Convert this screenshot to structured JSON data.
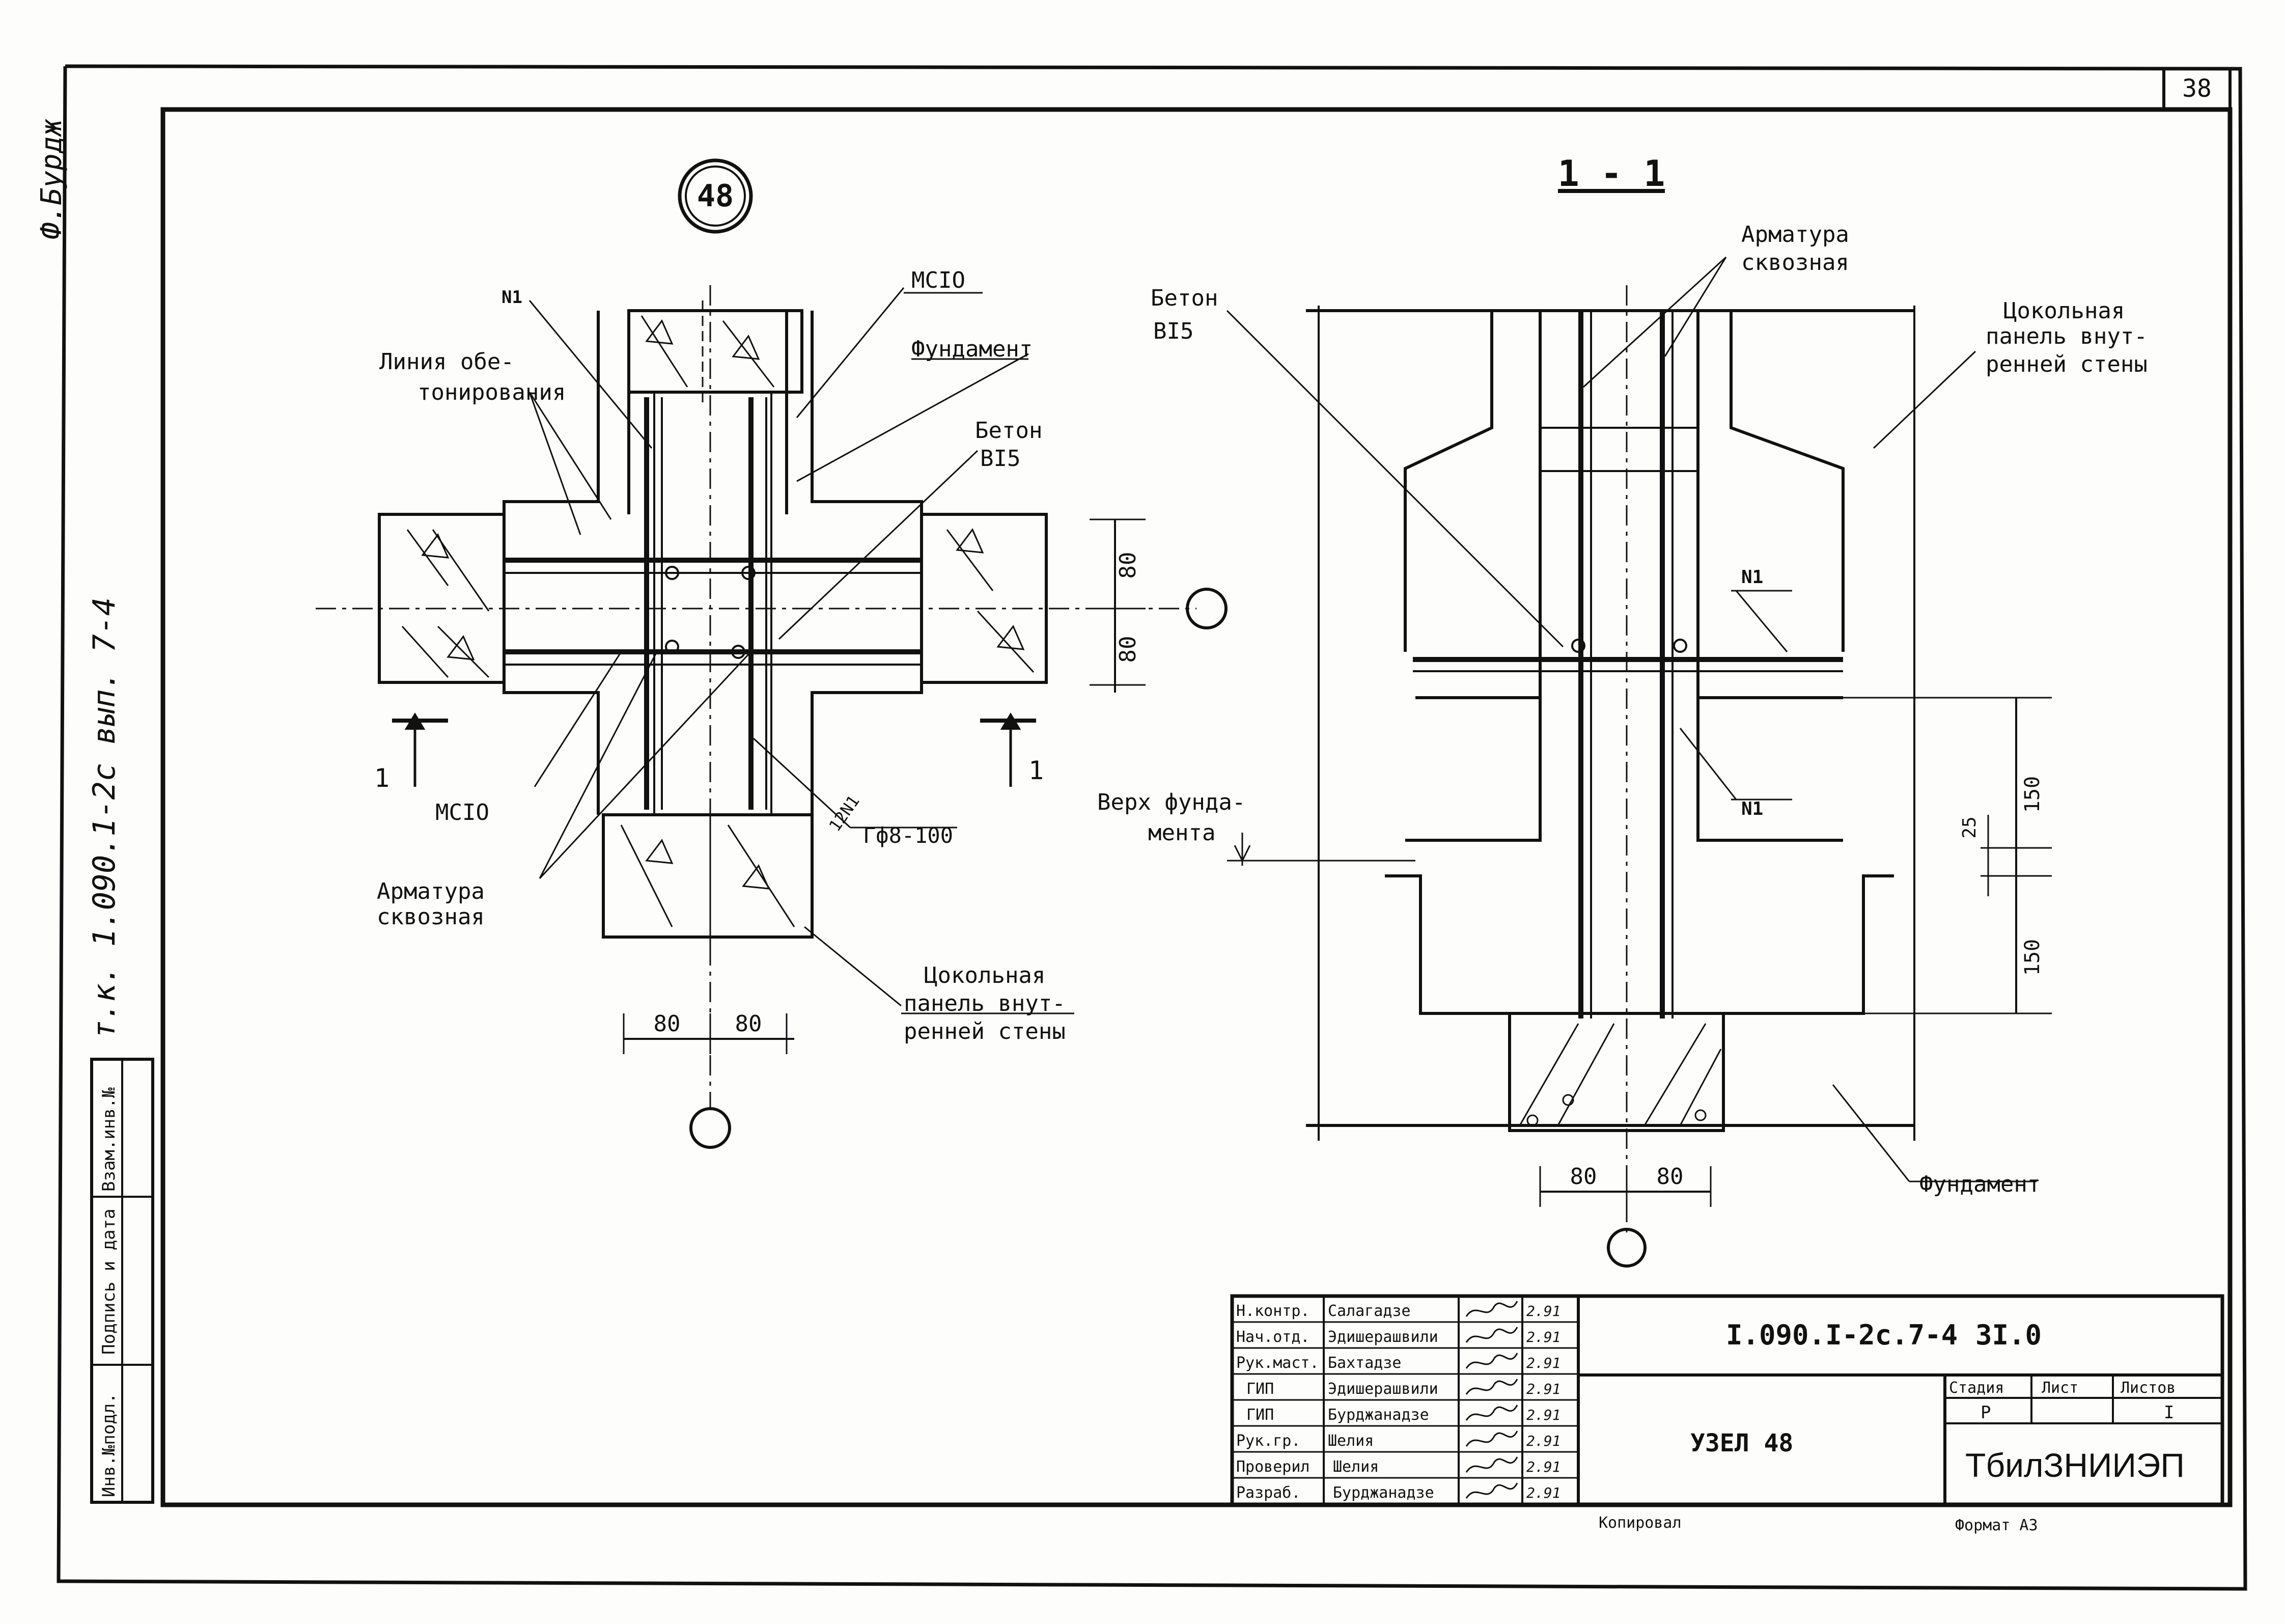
{
  "sheet": {
    "number": "38",
    "side_reference": "т.к. 1.090.1-2с вып. 7-4",
    "side_signature": "Ф.Бурдж"
  },
  "left_view": {
    "node_marker": "48",
    "labels": {
      "n1": "N1",
      "mcio_top": "МСIО",
      "fundament": "Фундамент",
      "line_obeton_1": "Линия обе-",
      "line_obeton_2": "тонирования",
      "beton_1": "Бетон",
      "beton_2": "BI5",
      "mcio_bottom": "МСIО",
      "armatura_1": "Арматура",
      "armatura_2": "сквозная",
      "rebar_spec_1": "12N1",
      "rebar_spec_2": "Гф8-100",
      "panel_1": "Цокольная",
      "panel_2": "панель внут-",
      "panel_3": "ренней стены",
      "section_mark_left": "1",
      "section_mark_right": "1",
      "dim_h1": "80",
      "dim_h2": "80",
      "dim_v1": "80",
      "dim_v2": "80"
    }
  },
  "right_view": {
    "title": "1 - 1",
    "labels": {
      "armatura_1": "Арматура",
      "armatura_2": "сквозная",
      "beton_1": "Бетон",
      "beton_2": "BI5",
      "panel_1": "Цокольная",
      "panel_2": "панель внут-",
      "panel_3": "ренней стены",
      "n1_top": "N1",
      "n1_bottom": "N1",
      "verh_1": "Верх фунда-",
      "verh_2": "мента",
      "fundament": "Фундамент",
      "dim_150_top": "150",
      "dim_25": "25",
      "dim_150_bottom": "150",
      "dim_h1": "80",
      "dim_h2": "80"
    }
  },
  "side_stamp": {
    "col1": "Инв.№подл.",
    "col2": "Подпись и дата",
    "col3": "Взам.инв.№"
  },
  "title_block": {
    "rows": [
      {
        "role": "Н.контр.",
        "name": "Салагадзе",
        "date": "2.91"
      },
      {
        "role": "Нач.отд.",
        "name": "Эдишерашвили",
        "date": "2.91"
      },
      {
        "role": "Рук.маст.",
        "name": "Бахтадзе",
        "date": "2.91"
      },
      {
        "role": "ГИП",
        "name": "Эдишерашвили",
        "date": "2.91"
      },
      {
        "role": "ГИП",
        "name": "Бурджанадзе",
        "date": "2.91"
      },
      {
        "role": "Рук.гр.",
        "name": "Шелия",
        "date": "2.91"
      },
      {
        "role": "Проверил",
        "name": "Шелия",
        "date": "2.91"
      },
      {
        "role": "Разраб.",
        "name": "Бурджанадзе",
        "date": "2.91"
      }
    ],
    "doc_code": "I.090.I-2с.7-4",
    "doc_code_2": "3I.0",
    "node_title": "УЗЕЛ 48",
    "stage_header": "Стадия",
    "sheet_header": "Лист",
    "sheets_header": "Листов",
    "stage_value": "Р",
    "sheets_value": "I",
    "organization": "ТбилЗНИИЭП"
  },
  "footer": {
    "copied": "Копировал",
    "format": "Формат А3"
  }
}
